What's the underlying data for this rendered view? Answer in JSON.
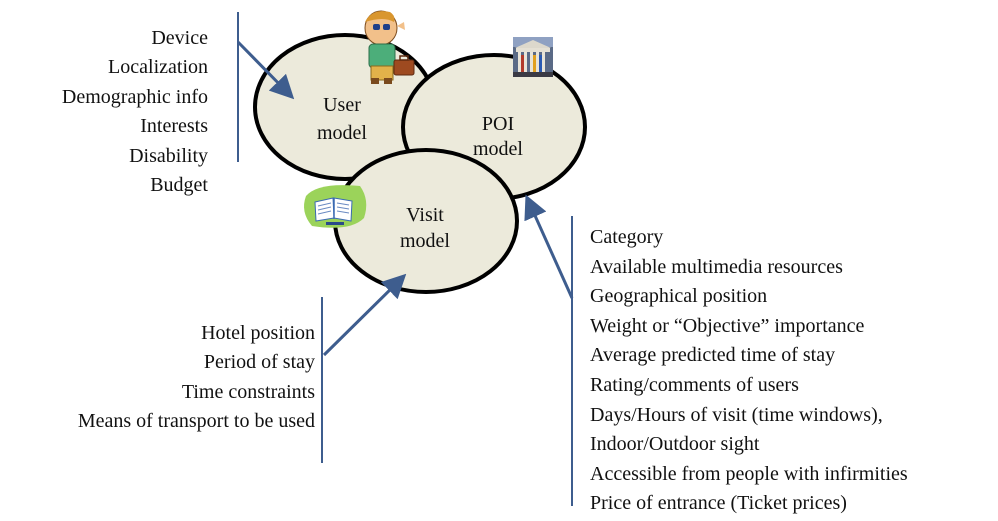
{
  "models": {
    "user": {
      "line1": "User",
      "line2": "model"
    },
    "poi": {
      "line1": "POI",
      "line2": "model"
    },
    "visit": {
      "line1": "Visit",
      "line2": "model"
    }
  },
  "user_attributes": [
    "Device",
    "Localization",
    "Demographic info",
    "Interests",
    "Disability",
    "Budget"
  ],
  "visit_attributes": [
    "Hotel position",
    "Period of stay",
    "Time constraints",
    "Means of transport to be used"
  ],
  "poi_attributes": [
    "Category",
    "Available multimedia resources",
    "Geographical position",
    "Weight or “Objective” importance",
    "Average predicted time of stay",
    "Rating/comments of users",
    "Days/Hours of visit (time windows),",
    "Indoor/Outdoor sight",
    "Accessible from people with infirmities",
    "Price of entrance (Ticket prices)"
  ],
  "icons": {
    "user": "tourist-with-suitcase-icon",
    "poi": "museum-building-icon",
    "visit": "open-book-icon"
  },
  "colors": {
    "ellipse_fill": "#eceadb",
    "connector": "#3e5d8e"
  }
}
